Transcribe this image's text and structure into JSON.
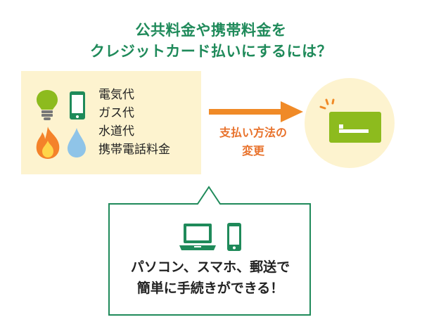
{
  "title": {
    "line1": "公共料金や携帯料金を",
    "line2": "クレジットカード払いにするには？"
  },
  "bills": {
    "items": [
      "電気代",
      "ガス代",
      "水道代",
      "携帯電話料金"
    ],
    "icons": [
      "lightbulb-icon",
      "smartphone-icon",
      "flame-icon",
      "water-drop-icon"
    ]
  },
  "arrow": {
    "label_line1": "支払い方法の",
    "label_line2": "変更"
  },
  "card": {
    "icon": "credit-card-icon"
  },
  "callout": {
    "icons": [
      "laptop-icon",
      "smartphone-icon"
    ],
    "line1": "パソコン、スマホ、郵送で",
    "line2": "簡単に手続きができる！"
  },
  "colors": {
    "title_green": "#1f8a5a",
    "cream_bg": "#fdf3cf",
    "lime": "#8dbb1e",
    "orange": "#f08a27",
    "flame_orange": "#f4822a",
    "water_blue": "#8fc4e8",
    "callout_border": "#1f8a5a"
  }
}
